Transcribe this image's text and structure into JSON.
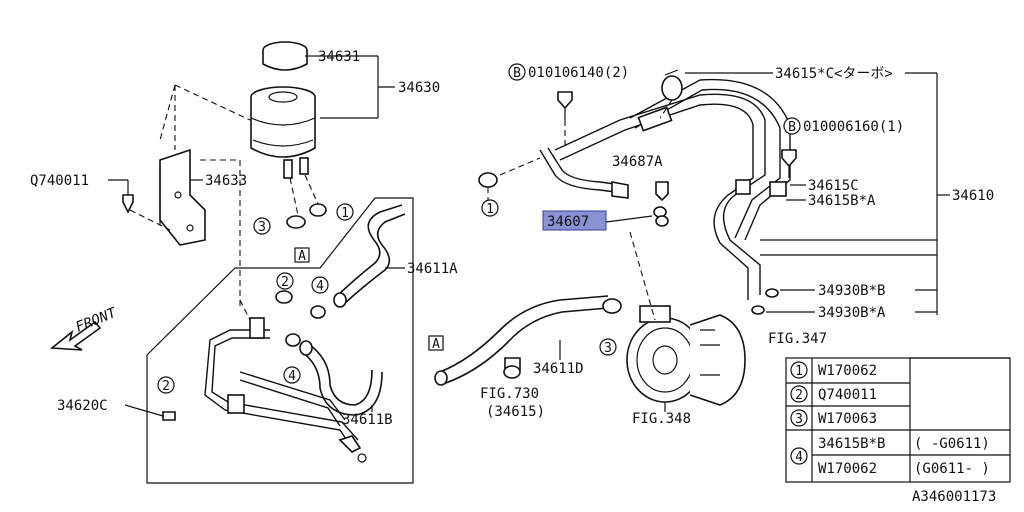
{
  "diagram_code": "A346001173",
  "direction_label": "FRONT",
  "highlighted_part": "34607",
  "symbols": [
    "1",
    "2",
    "3",
    "4"
  ],
  "boxed_letter": "A",
  "bolt_prefix": "B",
  "labels": {
    "p34631": "34631",
    "p34630": "34630",
    "pQ740011": "Q740011",
    "p34633": "34633",
    "b010106140": "010106140(2)",
    "p34615C_turbo": "34615*C<ターボ>",
    "b010006160": "010006160(1)",
    "p34687A": "34687A",
    "p34607": "34607",
    "p34615C": "34615C",
    "p34615BA": "34615B*A",
    "p34610": "34610",
    "p34611A": "34611A",
    "p34930BB": "34930B*B",
    "p34930BA": "34930B*A",
    "fig347": "FIG.347",
    "p34620C": "34620C",
    "p34611D": "34611D",
    "fig730": "FIG.730",
    "fig730_sub": "(34615)",
    "fig348": "FIG.348",
    "p34611B": "34611B"
  },
  "legend": [
    {
      "symbol": "1",
      "part": "W170062",
      "range": ""
    },
    {
      "symbol": "2",
      "part": "Q740011",
      "range": ""
    },
    {
      "symbol": "3",
      "part": "W170063",
      "range": ""
    },
    {
      "symbol": "4",
      "part": "34615B*B",
      "range": "( -G0611)"
    },
    {
      "symbol": "",
      "part": "W170062",
      "range": "(G0611- )"
    }
  ]
}
